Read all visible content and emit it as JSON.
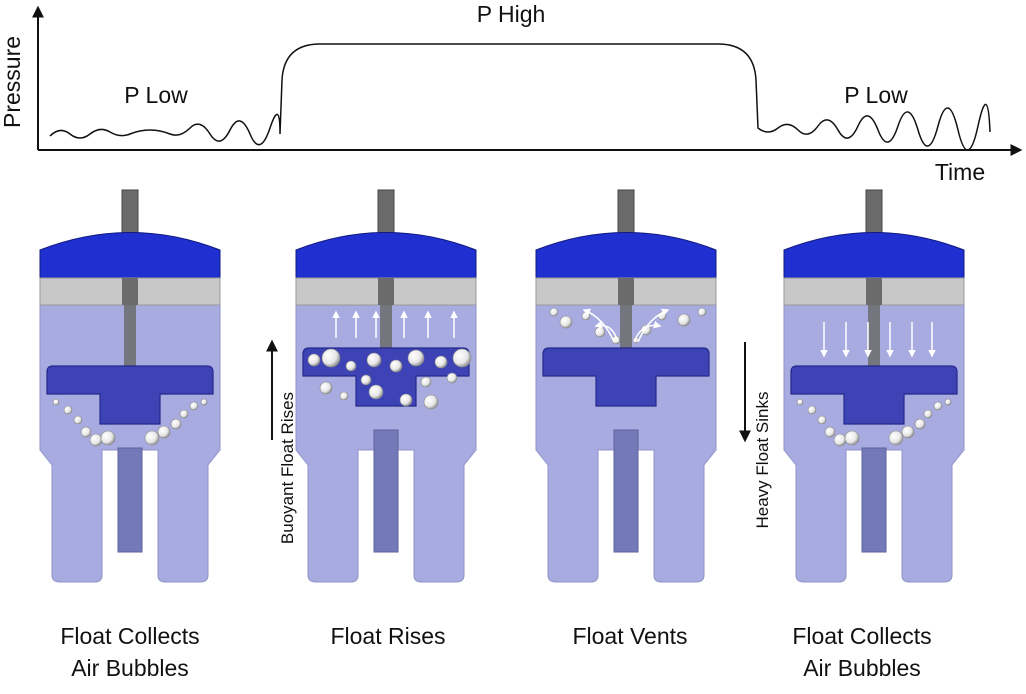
{
  "graph": {
    "y_axis_label": "Pressure",
    "x_axis_label": "Time",
    "label_low_left": "P Low",
    "label_high": "P High",
    "label_low_right": "P Low"
  },
  "stages": [
    {
      "caption_line1": "Float Collects",
      "caption_line2": "Air Bubbles"
    },
    {
      "caption_line1": "Float Rises",
      "caption_line2": ""
    },
    {
      "caption_line1": "Float Vents",
      "caption_line2": ""
    },
    {
      "caption_line1": "Float Collects",
      "caption_line2": "Air Bubbles"
    }
  ],
  "arrows": {
    "rise_label": "Buoyant Float Rises",
    "sink_label": "Heavy Float Sinks"
  },
  "colors": {
    "cap": "#1f2fd0",
    "ring": "#c8c8c8",
    "water": "#a8abe0",
    "float": "#3d43b5",
    "stem": "#6b6b6b",
    "bubble": "#f0f0f0"
  }
}
